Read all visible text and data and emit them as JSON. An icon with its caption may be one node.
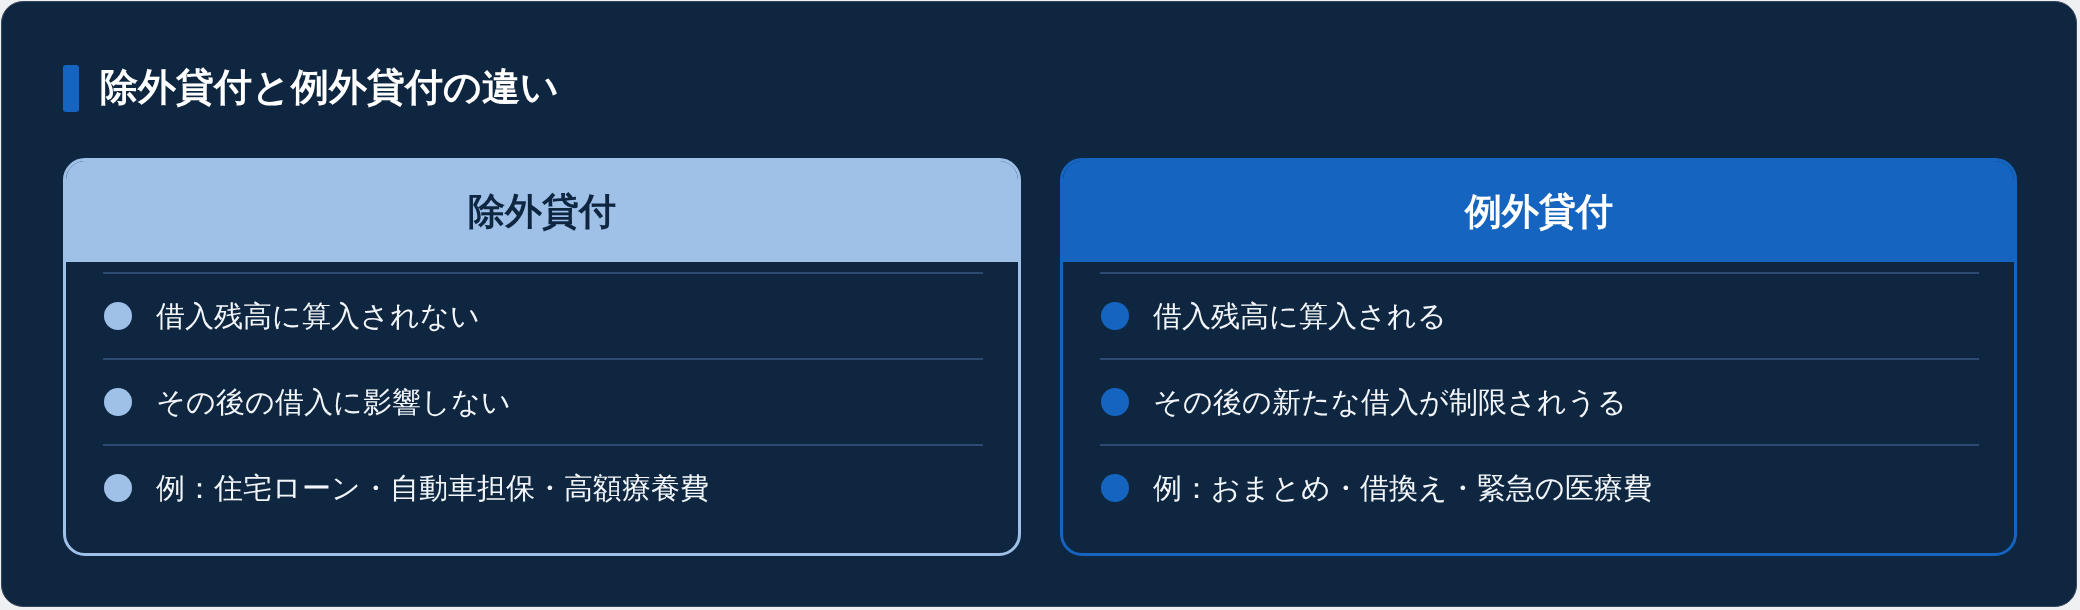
{
  "diagram": {
    "title": "除外貸付と例外貸付の違い",
    "nodes": [
      {
        "text": [
          "除外貸付",
          "借入残高に算入されない",
          "その後の借入に影響しない",
          "例：住宅ローン・自動車担保・高額療養費"
        ]
      },
      {
        "text": [
          "例外貸付",
          "借入残高に算入される",
          "その後の新たな借入が制限されうる",
          "例：おまとめ・借換え・緊急の医療費"
        ]
      }
    ]
  }
}
